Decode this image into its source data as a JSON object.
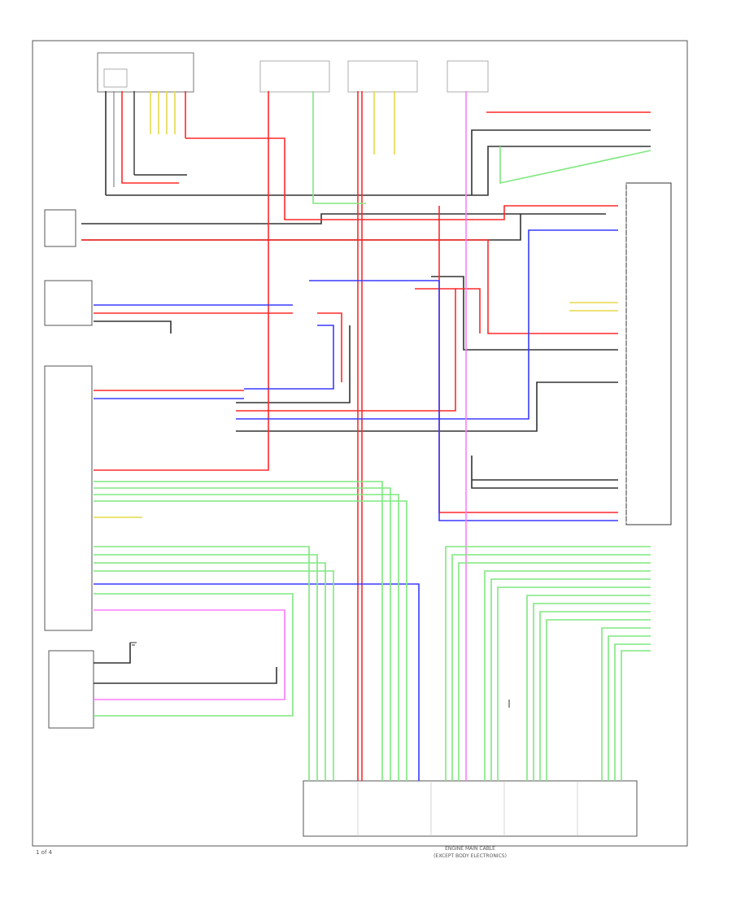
{
  "page_number": "1 of 4",
  "bottom_module": {
    "name": "ENGINE MAIN CABLE",
    "subtitle": "(EXCEPT BODY ELECTRONICS)"
  },
  "colors": {
    "red": "#ff2a2a",
    "pink": "#ff7bff",
    "green": "#7fe87f",
    "blue": "#3a3aff",
    "black": "#333333",
    "yellow": "#e6d84a",
    "frame": "#333333"
  }
}
